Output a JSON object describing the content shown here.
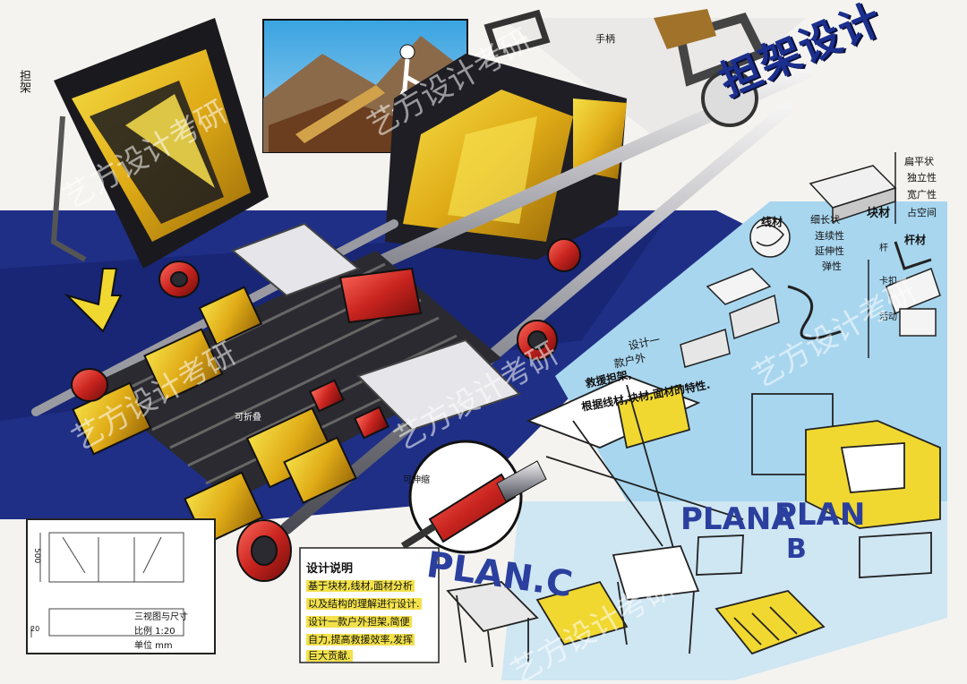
{
  "poster": {
    "title": "担架设计",
    "watermark": "艺方设计考研",
    "callouts": {
      "handle": "手柄",
      "foldable_left": "可折叠",
      "extendable": "可伸缩"
    },
    "material_panel": {
      "header_row1": "扁平状",
      "header_row2": "独立性",
      "header_row3": "宽广性",
      "header_row4": "占空间",
      "block_label": "块材",
      "wire_label": "线材",
      "slender": "细长状",
      "continuous": "连续性",
      "extensible": "延伸性",
      "elastic": "弹性",
      "rod_label": "杆材",
      "tag_rod": "杆",
      "tag_clip": "卡扣",
      "tag_move": "活动"
    },
    "design_note": {
      "line1": "设计一",
      "line2": "款户外",
      "line3": "救援担架,",
      "line4": "根据线材,块材,面材的特性."
    },
    "explanation": {
      "heading": "设计说明",
      "body1": "基于块材,线材,面材分析",
      "body2": "以及结构的理解进行设计.",
      "body3": "设计一款户外担架,简便",
      "body4": "自力,提高救援效率,发挥",
      "body5": "巨大贡献."
    },
    "three_view": {
      "caption1": "三视图与尺寸",
      "caption2": "比例 1:20",
      "caption3": "单位 mm",
      "dim_vertical": "500",
      "dim_small": "20"
    },
    "plans": {
      "plan_c": "PLAN.C",
      "plan_a": "PLANA",
      "plan_b": "PLAN",
      "plan_b_letter": "B"
    },
    "left_edge_note": "担架",
    "colors": {
      "navy": "#1f2f86",
      "yellow": "#e5c227",
      "red": "#c9241f",
      "light_blue": "#9fd0ec",
      "dark": "#1e1e24"
    }
  }
}
